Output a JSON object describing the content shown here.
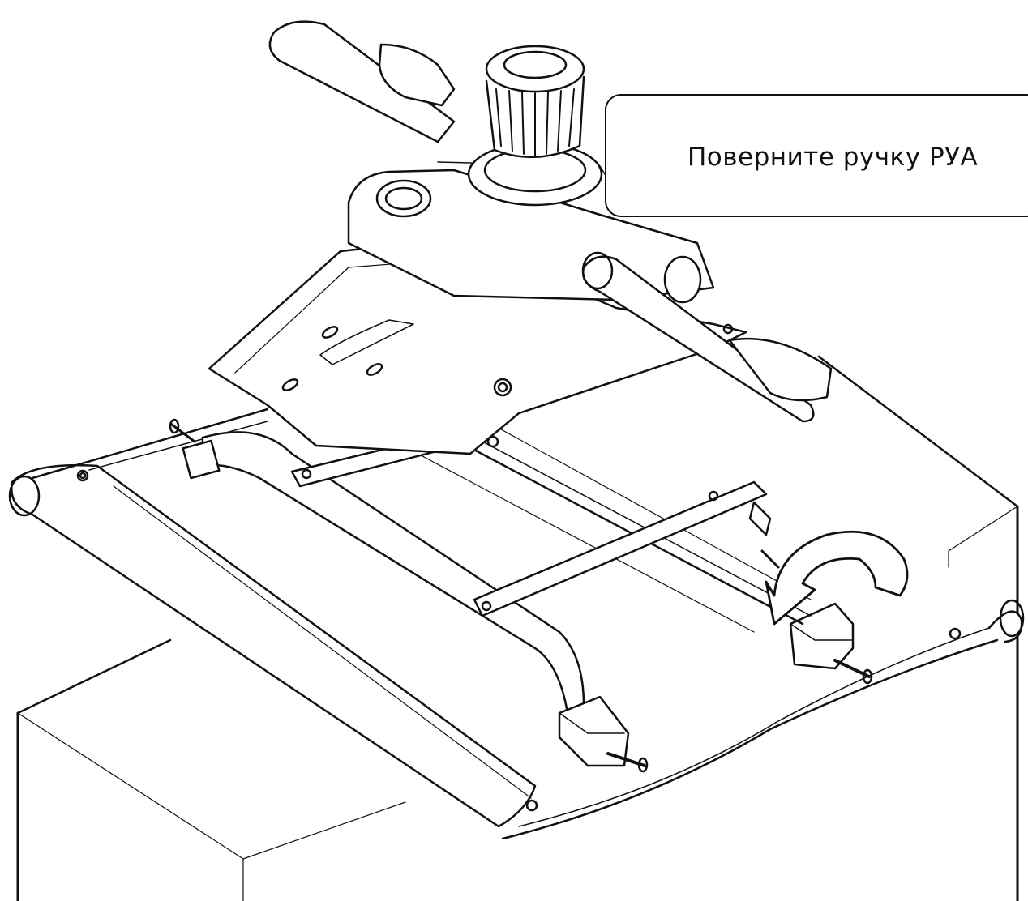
{
  "instruction": {
    "text": "Поверните ручку РУА"
  },
  "drawing": {
    "style": "black line-art technical illustration",
    "stroke_color": "#111111",
    "background_color": "#ffffff",
    "rotation_arrow_direction": "counter-clockwise"
  }
}
